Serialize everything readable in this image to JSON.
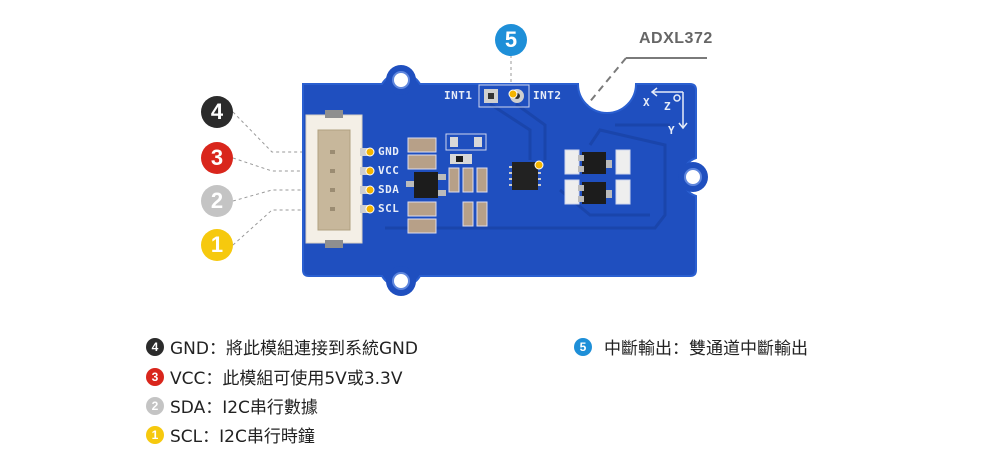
{
  "diagram": {
    "component_label": "ADXL372",
    "board": {
      "pin_labels": [
        "GND",
        "VCC",
        "SDA",
        "SCL"
      ],
      "int_labels": [
        "INT1",
        "INT2"
      ],
      "axis_labels": {
        "x": "X",
        "y": "Y",
        "z": "Z"
      },
      "colors": {
        "pcb": "#1f4fbf",
        "pcb_edge": "#2a5fd0",
        "silkscreen": "#e6ecf8",
        "pad_dot": "#f4b400"
      }
    },
    "callouts": [
      {
        "number": "4",
        "color": "#2b2b2b"
      },
      {
        "number": "3",
        "color": "#d9261c"
      },
      {
        "number": "2",
        "color": "#c4c4c4"
      },
      {
        "number": "1",
        "color": "#f6c90e"
      },
      {
        "number": "5",
        "color": "#1e8fd8"
      }
    ]
  },
  "legend": {
    "left": [
      {
        "number": "4",
        "color": "#2b2b2b",
        "text": "GND：將此模組連接到系統GND"
      },
      {
        "number": "3",
        "color": "#d9261c",
        "text": "VCC：此模組可使用5V或3.3V"
      },
      {
        "number": "2",
        "color": "#c4c4c4",
        "text": "SDA：I2C串行數據"
      },
      {
        "number": "1",
        "color": "#f6c90e",
        "text": "SCL：I2C串行時鐘"
      }
    ],
    "right": [
      {
        "number": "5",
        "color": "#1e8fd8",
        "text": "中斷輸出：雙通道中斷輸出"
      }
    ]
  }
}
